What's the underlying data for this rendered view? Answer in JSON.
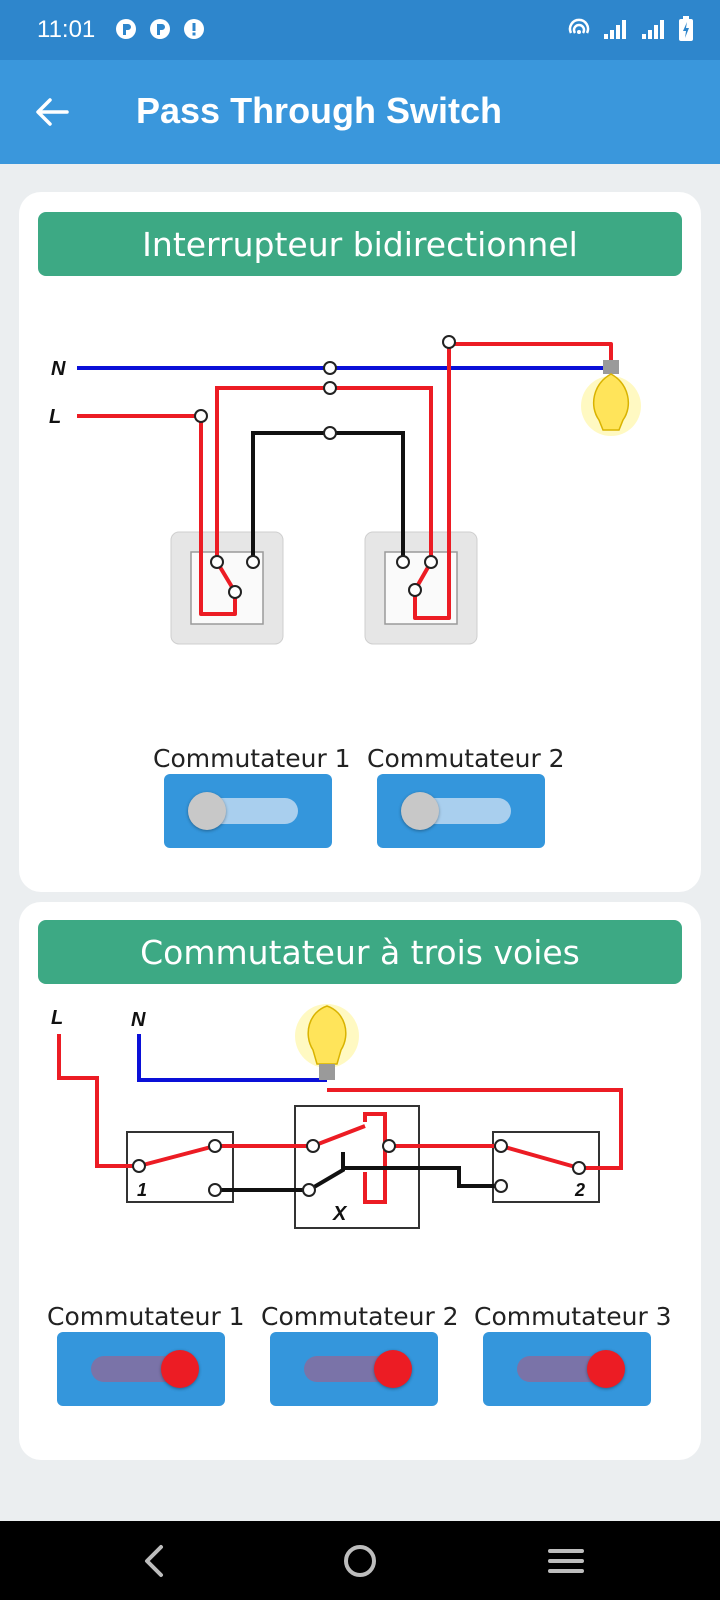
{
  "status_bar": {
    "time": "11:01"
  },
  "app_bar": {
    "title": "Pass Through Switch"
  },
  "section1": {
    "header": "Interrupteur bidirectionnel",
    "diagram_labels": {
      "neutral": "N",
      "live": "L"
    },
    "switches": [
      {
        "label": "Commutateur 1",
        "state": "off"
      },
      {
        "label": "Commutateur 2",
        "state": "off"
      }
    ]
  },
  "section2": {
    "header": "Commutateur à trois voies",
    "diagram_labels": {
      "live": "L",
      "neutral": "N",
      "switch_a": "1",
      "switch_b": "2",
      "cross": "X"
    },
    "switches": [
      {
        "label": "Commutateur 1",
        "state": "on"
      },
      {
        "label": "Commutateur 2",
        "state": "on"
      },
      {
        "label": "Commutateur 3",
        "state": "on"
      }
    ]
  },
  "colors": {
    "status_bar": "#2e86cc",
    "app_bar": "#3a97dc",
    "header_green": "#3da984",
    "switch_button": "#3496dc",
    "thumb_on": "#ec1c24",
    "live_wire": "#ec1c24",
    "neutral_wire": "#0a10d8"
  },
  "icons": {
    "back": "arrow-left-icon",
    "nav_back": "chevron-left-icon",
    "nav_home": "circle-home-icon",
    "nav_menu": "hamburger-icon"
  }
}
